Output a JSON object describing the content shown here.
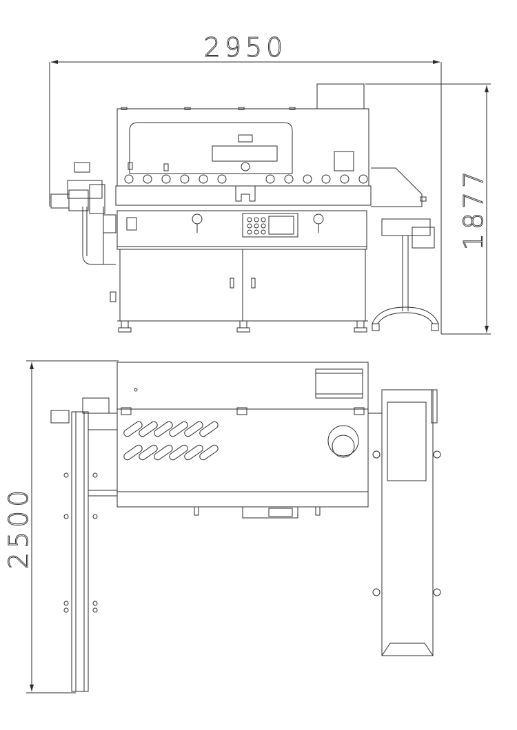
{
  "dimensions": {
    "overall_width": "2950",
    "overall_height": "1877",
    "overall_depth": "2500"
  },
  "colors": {
    "line": "#2b2b2b",
    "background": "#ffffff"
  }
}
